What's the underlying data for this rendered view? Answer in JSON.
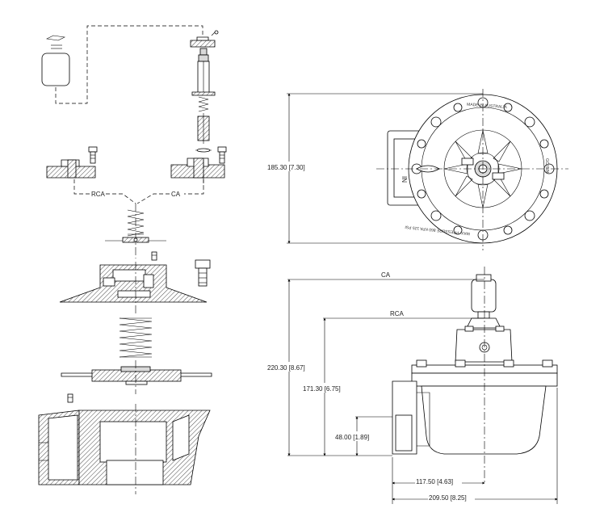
{
  "exploded_view": {
    "label_rca": "RCA",
    "label_ca": "CA"
  },
  "top_view": {
    "height_dim": "185.30 [7.30]",
    "body_mark": "IN",
    "stamp_top": "MADE IN AUSTRALIA",
    "stamp_right": "GOYEN",
    "stamp_bottom": "MAX. PRESSURE 860 KPA 125 PSI"
  },
  "side_view": {
    "label_ca": "CA",
    "label_rca": "RCA",
    "height_total": "220.30 [8.67]",
    "height_rca": "171.30 [6.75]",
    "height_inlet": "48.00 [1.89]",
    "width_center": "117.50 [4.63]",
    "width_total": "209.50 [8.25]"
  },
  "colors": {
    "line": "#000000",
    "fill_grey": "#d9d9d9",
    "background": "#ffffff"
  }
}
